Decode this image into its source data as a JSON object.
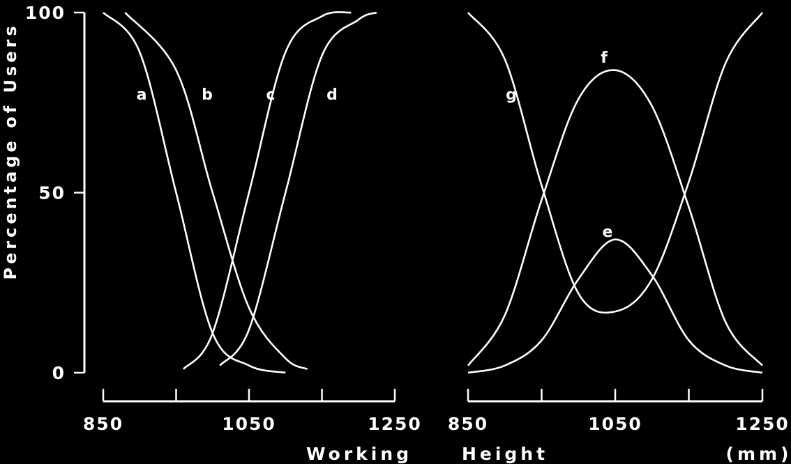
{
  "chart_data": [
    {
      "type": "line",
      "panel": "left",
      "ylabel": "Percentage of Users",
      "ylim": [
        0,
        100
      ],
      "yticks": [
        "0",
        "50",
        "100"
      ],
      "xlim": [
        850,
        1250
      ],
      "xticks": [
        "850",
        "1050",
        "1250"
      ],
      "series": [
        {
          "name": "a",
          "x": [
            850,
            900,
            950,
            1000,
            1050,
            1100
          ],
          "y": [
            100,
            89,
            50,
            11,
            2,
            0
          ]
        },
        {
          "name": "b",
          "x": [
            880,
            950,
            1000,
            1050,
            1100,
            1130
          ],
          "y": [
            100,
            84,
            50,
            18,
            4,
            1
          ]
        },
        {
          "name": "c",
          "x": [
            960,
            1000,
            1050,
            1100,
            1150,
            1190
          ],
          "y": [
            1,
            11,
            50,
            89,
            99,
            100
          ]
        },
        {
          "name": "d",
          "x": [
            1010,
            1050,
            1100,
            1150,
            1200,
            1225
          ],
          "y": [
            2,
            12,
            50,
            88,
            98,
            100
          ]
        }
      ]
    },
    {
      "type": "line",
      "panel": "right",
      "xlim": [
        850,
        1250
      ],
      "xticks": [
        "850",
        "1050",
        "1250"
      ],
      "xlabel": "Working Height (mm)",
      "series": [
        {
          "name": "e",
          "x": [
            850,
            900,
            950,
            1000,
            1050,
            1100,
            1150,
            1200,
            1250
          ],
          "y": [
            0,
            2,
            9,
            26,
            37,
            27,
            9,
            2,
            0
          ]
        },
        {
          "name": "f",
          "x": [
            850,
            900,
            950,
            1000,
            1050,
            1100,
            1150,
            1200,
            1250
          ],
          "y": [
            2,
            16,
            48,
            76,
            84,
            74,
            46,
            14,
            2
          ]
        },
        {
          "name": "g",
          "x": [
            850,
            900,
            950,
            1000,
            1050,
            1100,
            1150,
            1200,
            1250
          ],
          "y": [
            100,
            87,
            52,
            22,
            17,
            26,
            53,
            86,
            100
          ]
        }
      ]
    }
  ],
  "labels": {
    "ylabel": "Percentage of Users",
    "xlabel_left": "Working",
    "xlabel_mid": "Height",
    "xlabel_unit": "(mm)"
  }
}
